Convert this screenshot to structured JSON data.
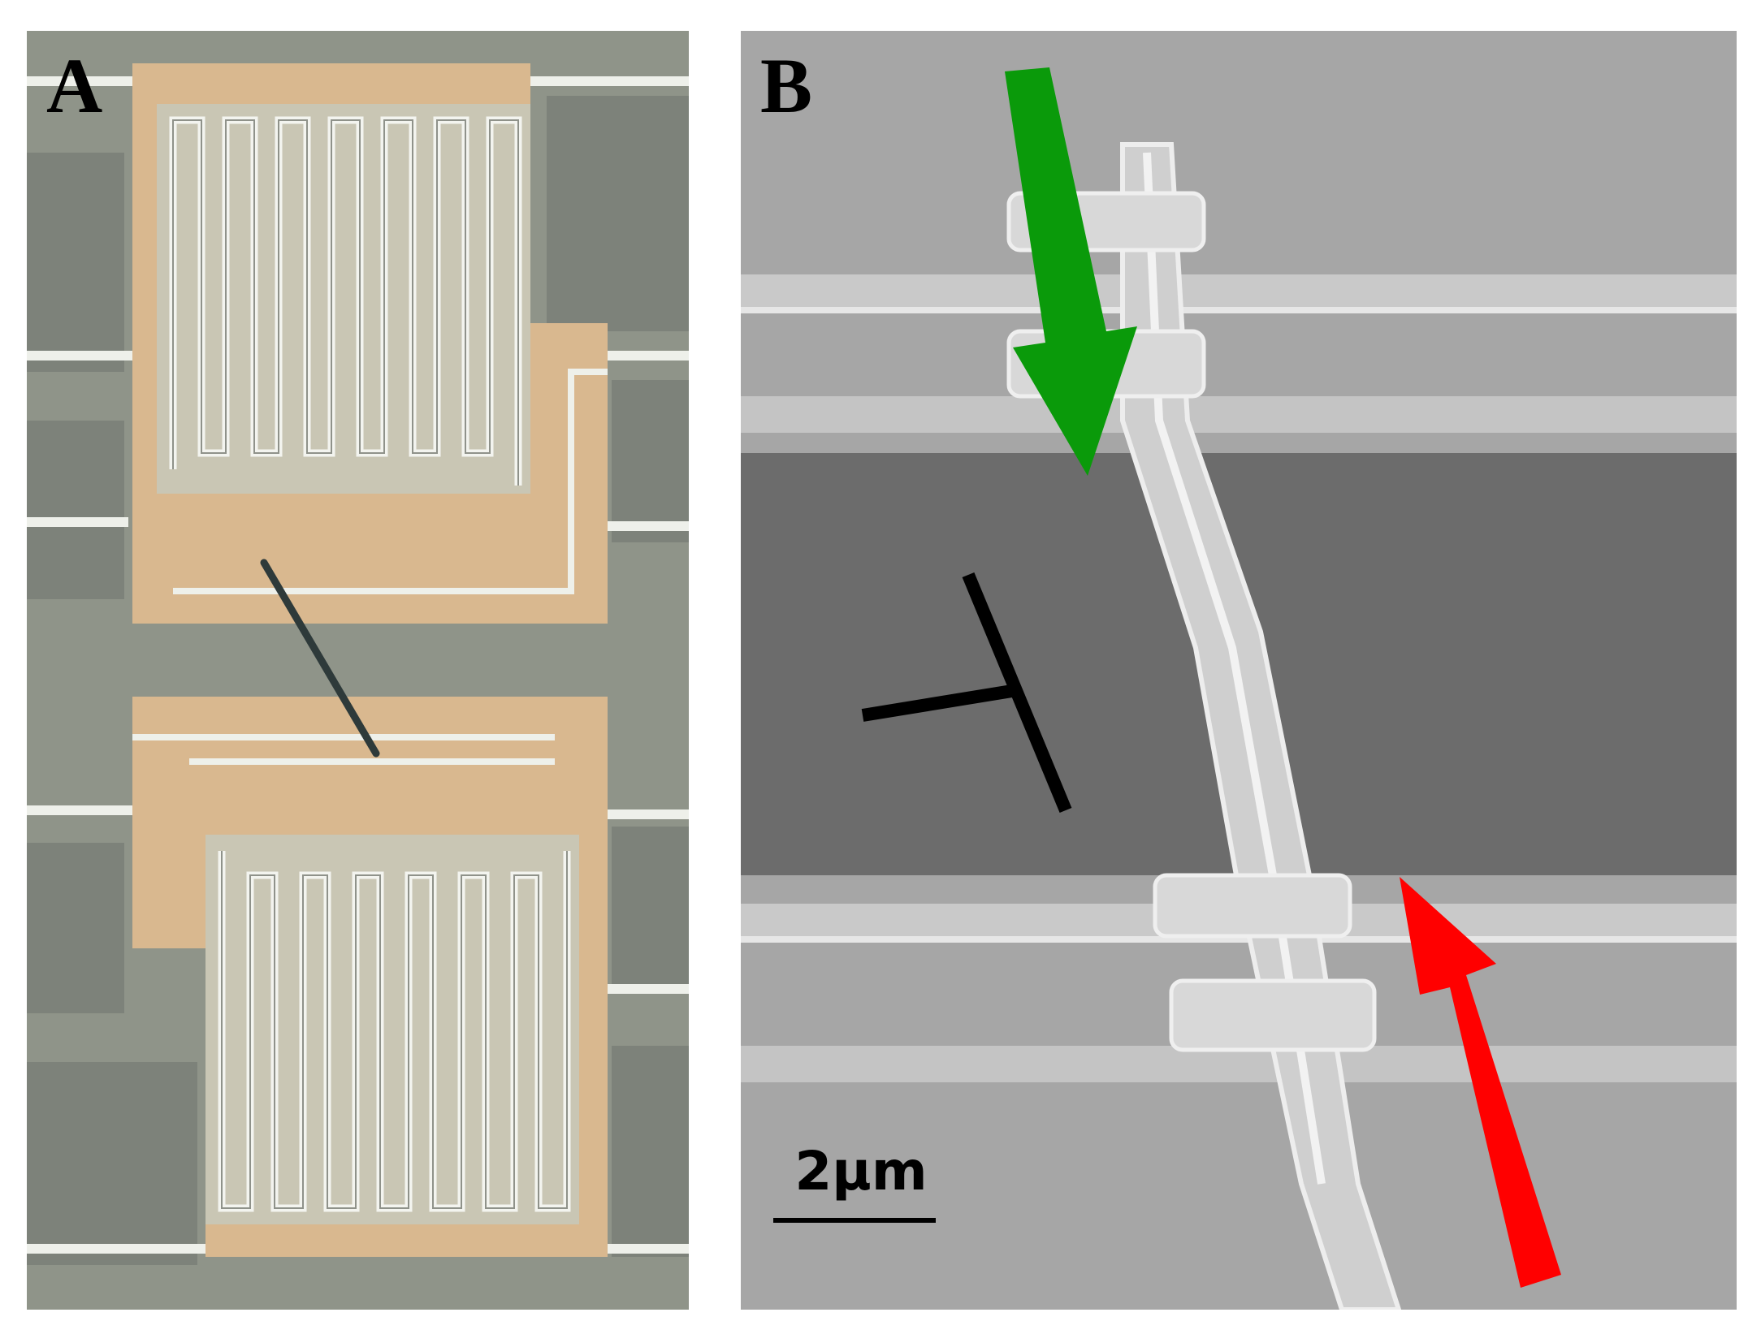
{
  "panels": [
    {
      "label": "A"
    },
    {
      "label": "B",
      "scale_bar_text": "2μm"
    }
  ],
  "colors": {
    "pad_gold": "#d9b88f",
    "trace_light": "#eef0ea",
    "substrate_grey": "#8f9489",
    "sem_grey": "#a6a6a6",
    "trench_dark": "#6c6c6c",
    "arrow_green": "#0a9a0a",
    "arrow_red": "#ff0000"
  }
}
